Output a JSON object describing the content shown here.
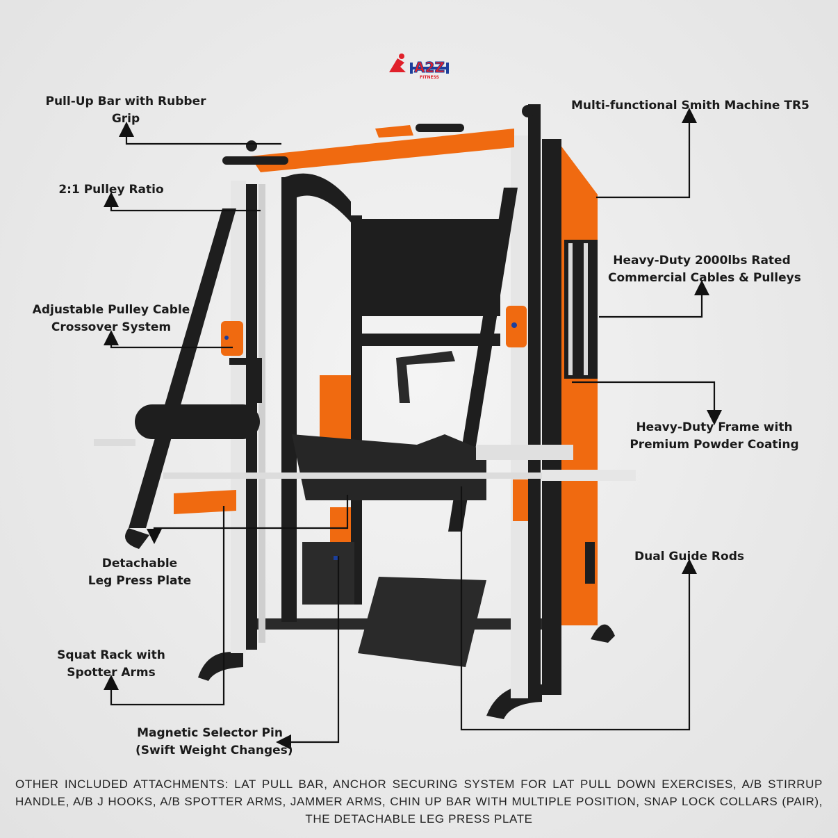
{
  "brand": {
    "logo_text": "A2Z",
    "logo_sub": "FITNESS"
  },
  "labels": {
    "pullup": [
      "Pull-Up Bar with Rubber",
      "Grip"
    ],
    "pulley_ratio": [
      "2:1 Pulley Ratio"
    ],
    "crossover": [
      "Adjustable Pulley Cable",
      "Crossover System"
    ],
    "leg_press": [
      "Detachable",
      "Leg Press Plate"
    ],
    "squat_rack": [
      "Squat Rack with",
      "Spotter Arms"
    ],
    "selector_pin": [
      "Magnetic Selector Pin",
      "(Swift Weight Changes)"
    ],
    "smith": [
      "Multi-functional Smith Machine TR5"
    ],
    "cables": [
      "Heavy-Duty 2000lbs Rated",
      "Commercial Cables & Pulleys"
    ],
    "frame": [
      "Heavy-Duty Frame with",
      "Premium Powder Coating"
    ],
    "guide_rods": [
      "Dual Guide Rods"
    ]
  },
  "footer": "OTHER INCLUDED ATTACHMENTS: LAT PULL BAR, ANCHOR SECURING SYSTEM FOR LAT PULL DOWN EXERCISES, A/B STIRRUP HANDLE, A/B J HOOKS, A/B SPOTTER ARMS, JAMMER ARMS, CHIN UP BAR WITH MULTIPLE POSITION, SNAP LOCK COLLARS (PAIR), THE DETACHABLE LEG PRESS PLATE",
  "colors": {
    "accent": "#f06a10",
    "frame": "#1e1e1e",
    "rail": "#d9d9d9",
    "logo_red": "#e0202a",
    "logo_blue": "#1c3f9c"
  }
}
